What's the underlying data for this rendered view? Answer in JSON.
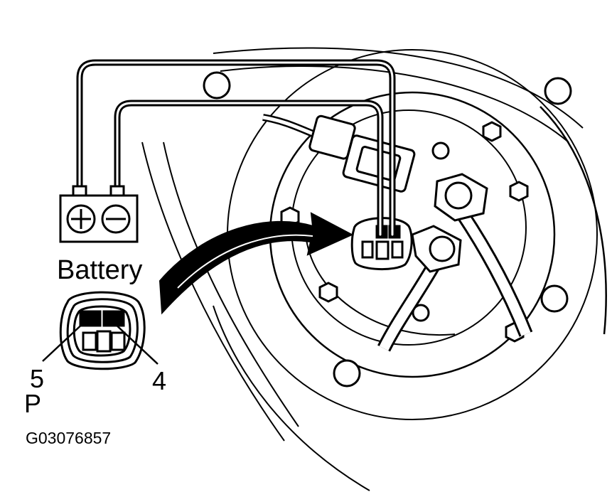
{
  "labels": {
    "battery": "Battery",
    "pin_5": "5",
    "pin_4": "4",
    "connector_letter": "P",
    "figure_code": "G03076857"
  },
  "battery_terminals": {
    "positive_symbol": "plus-icon",
    "negative_symbol": "minus-icon"
  },
  "colors": {
    "line": "#000000",
    "background": "#ffffff"
  }
}
